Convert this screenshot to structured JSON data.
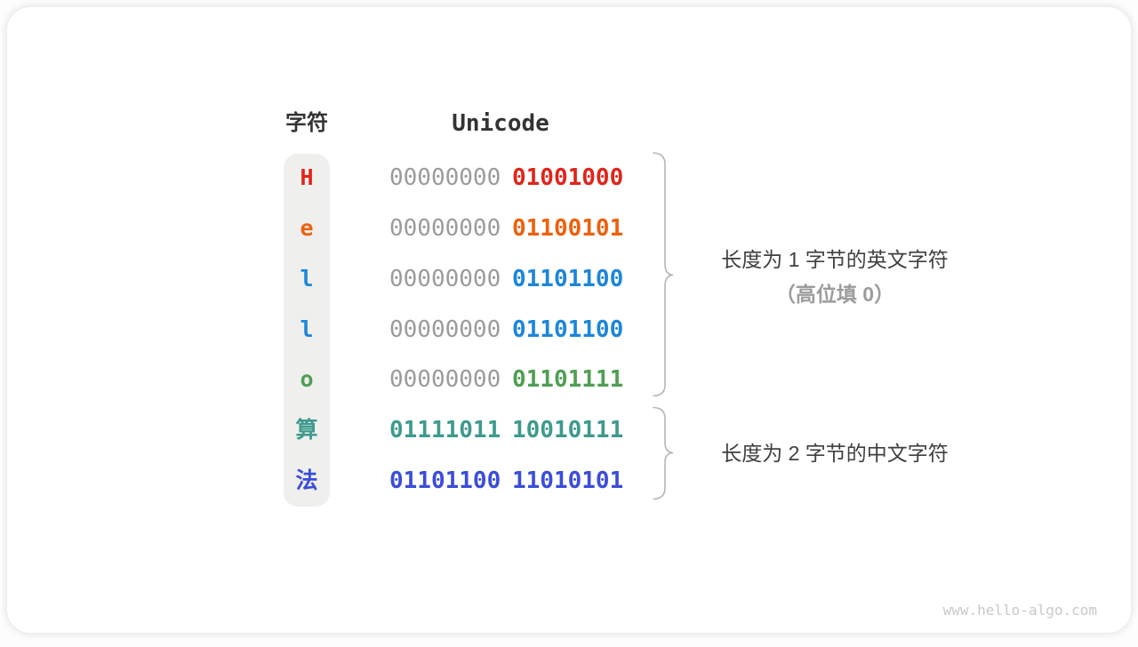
{
  "header": {
    "char_label": "字符",
    "unicode_label": "Unicode"
  },
  "table": {
    "rows": [
      {
        "char": "H",
        "char_color": "#e0251c",
        "byte1": "00000000",
        "byte1_color": "#9b9b9b",
        "byte1_weight": "400",
        "byte2": "01001000",
        "byte2_color": "#e0251c"
      },
      {
        "char": "e",
        "char_color": "#ec610e",
        "byte1": "00000000",
        "byte1_color": "#9b9b9b",
        "byte1_weight": "400",
        "byte2": "01100101",
        "byte2_color": "#ec610e"
      },
      {
        "char": "l",
        "char_color": "#1d86d8",
        "byte1": "00000000",
        "byte1_color": "#9b9b9b",
        "byte1_weight": "400",
        "byte2": "01101100",
        "byte2_color": "#1d86d8"
      },
      {
        "char": "l",
        "char_color": "#1d86d8",
        "byte1": "00000000",
        "byte1_color": "#9b9b9b",
        "byte1_weight": "400",
        "byte2": "01101100",
        "byte2_color": "#1d86d8"
      },
      {
        "char": "o",
        "char_color": "#4f9f54",
        "byte1": "00000000",
        "byte1_color": "#9b9b9b",
        "byte1_weight": "400",
        "byte2": "01101111",
        "byte2_color": "#4f9f54"
      },
      {
        "char": "算",
        "char_color": "#3e9a8d",
        "byte1": "01111011",
        "byte1_color": "#3e9a8d",
        "byte1_weight": "700",
        "byte2": "10010111",
        "byte2_color": "#3e9a8d"
      },
      {
        "char": "法",
        "char_color": "#3b4dd8",
        "byte1": "01101100",
        "byte1_color": "#3b4dd8",
        "byte1_weight": "700",
        "byte2": "11010101",
        "byte2_color": "#3b4dd8"
      }
    ]
  },
  "annotations": [
    {
      "line1": "长度为 1 字节的英文字符",
      "line2": "（高位填 0）"
    },
    {
      "line1": "长度为 2 字节的中文字符"
    }
  ],
  "footer": {
    "text": "www.hello-algo.com"
  },
  "colors": {
    "muted_digit": "#9b9b9b",
    "brace": "#b5b5b5",
    "char_column_bg": "#efefed",
    "heading_text": "#333333",
    "annotation_text": "#3f3f3f",
    "annotation_muted": "#9c9c9c",
    "footer_text": "#c9c9c9"
  }
}
